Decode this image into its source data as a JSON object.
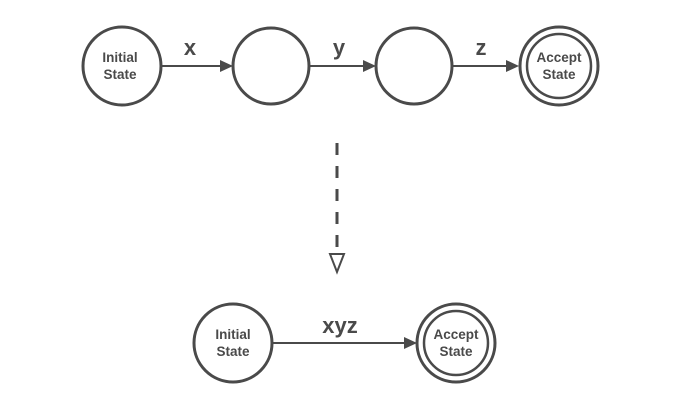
{
  "top_automaton": {
    "states": [
      {
        "label_line1": "Initial",
        "label_line2": "State",
        "kind": "initial"
      },
      {
        "label_line1": "",
        "label_line2": "",
        "kind": "intermediate"
      },
      {
        "label_line1": "",
        "label_line2": "",
        "kind": "intermediate"
      },
      {
        "label_line1": "Accept",
        "label_line2": "State",
        "kind": "accept"
      }
    ],
    "transitions": [
      {
        "label": "x"
      },
      {
        "label": "y"
      },
      {
        "label": "z"
      }
    ]
  },
  "bottom_automaton": {
    "states": [
      {
        "label_line1": "Initial",
        "label_line2": "State",
        "kind": "initial"
      },
      {
        "label_line1": "Accept",
        "label_line2": "State",
        "kind": "accept"
      }
    ],
    "transitions": [
      {
        "label": "xyz"
      }
    ]
  },
  "colors": {
    "stroke": "#4a4a4a",
    "background": "#ffffff"
  }
}
